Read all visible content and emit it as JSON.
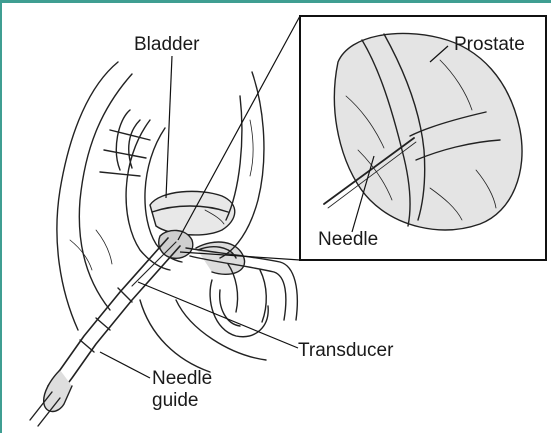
{
  "labels": {
    "bladder": "Bladder",
    "prostate": "Prostate",
    "needle": "Needle",
    "transducer": "Transducer",
    "needle_guide": "Needle guide"
  },
  "colors": {
    "frame_accent": "#3f9e92",
    "ink": "#1a1a1a",
    "inset_border": "#111111"
  }
}
